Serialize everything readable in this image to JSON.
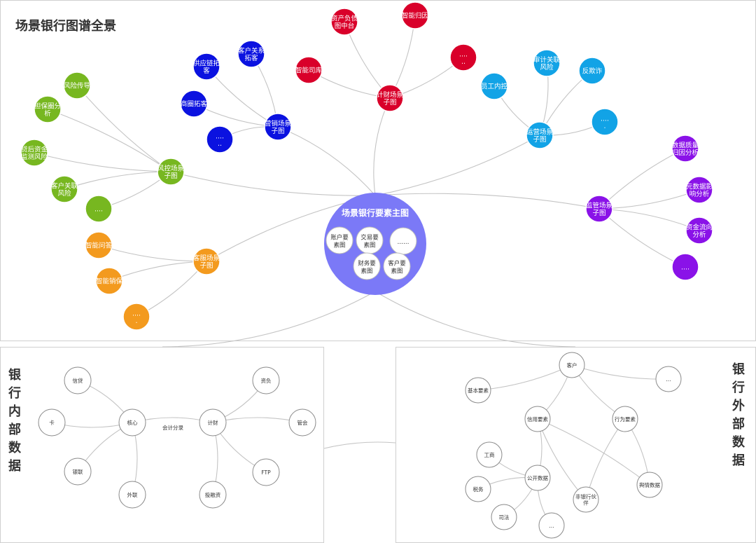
{
  "title": "场景银行图谱全景",
  "center": {
    "title": "场景银行要素主图",
    "children": [
      "账户要素图",
      "交易要素图",
      "……",
      "财务要素图",
      "客户要素图"
    ]
  },
  "colors": {
    "green": "#77b720",
    "blue": "#0b12e0",
    "red": "#d9002a",
    "cyan": "#12a3e6",
    "purple": "#8a12e8",
    "orange": "#f39a1e",
    "center": "#7b79f7"
  },
  "groups": [
    {
      "hub": "风控场景子图",
      "color": "green",
      "items": [
        "风险传导",
        "担保圈分析",
        "贷后资金监测风险",
        "客户关联风险",
        "...."
      ]
    },
    {
      "hub": "营销场景子图",
      "color": "blue",
      "items": [
        "供应链拓客",
        "客户关系拓客",
        "商圈拓客",
        "......"
      ]
    },
    {
      "hub": "计财场景子图",
      "color": "red",
      "items": [
        "资产负债图中台",
        "智能归因",
        "智能司库",
        "......"
      ]
    },
    {
      "hub": "运营场景子图",
      "color": "cyan",
      "items": [
        "员工内控",
        "审计关联风险",
        "反欺诈",
        "....."
      ]
    },
    {
      "hub": "监管场景子图",
      "color": "purple",
      "items": [
        "数据质量归因分析",
        "元数据影响分析",
        "资金流向分析",
        "...."
      ]
    },
    {
      "hub": "客服场景子图",
      "color": "orange",
      "items": [
        "智能问答",
        "智能销保",
        "....."
      ]
    }
  ],
  "internal": {
    "title": "银行内部数据",
    "nodes": [
      "信贷",
      "卡",
      "核心",
      "银联",
      "外联",
      "计财",
      "资负",
      "管会",
      "FTP",
      "投融资"
    ],
    "edge_label": "会计分录"
  },
  "external": {
    "title": "银行外部数据",
    "nodes": [
      "客户",
      "基本要素",
      "...",
      "信用要素",
      "行为要素",
      "工商",
      "公开数据",
      "税务",
      "司法",
      "...",
      "非银行伙伴",
      "舆情数据"
    ]
  }
}
